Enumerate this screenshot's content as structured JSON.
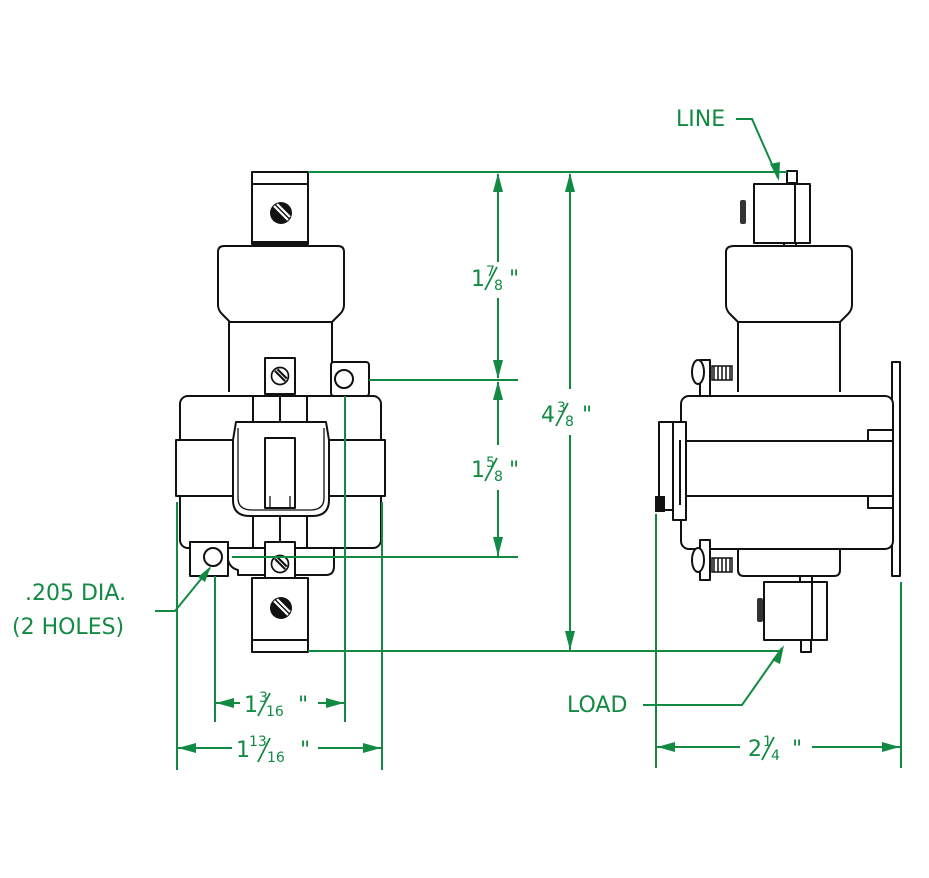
{
  "title": "Switch dimensional drawing - front and side views",
  "colors": {
    "dimension": "#138a43",
    "outline": "#111111",
    "background": "#ffffff"
  },
  "labels": {
    "line": "LINE",
    "load": "LOAD",
    "hole_dia": ".205 DIA.",
    "hole_count": "(2 HOLES)"
  },
  "dimensions": {
    "upper_height": {
      "whole": "1",
      "num": "7",
      "den": "8",
      "unit": "\""
    },
    "lower_height": {
      "whole": "1",
      "num": "5",
      "den": "8",
      "unit": "\""
    },
    "total_height": {
      "whole": "4",
      "num": "3",
      "den": "8",
      "unit": "\""
    },
    "hole_spacing": {
      "whole": "1",
      "num": "3",
      "den": "16",
      "unit": "\""
    },
    "body_width": {
      "whole": "1",
      "num": "13",
      "den": "16",
      "unit": "\""
    },
    "depth": {
      "whole": "2",
      "num": "1",
      "den": "4",
      "unit": "\""
    }
  }
}
